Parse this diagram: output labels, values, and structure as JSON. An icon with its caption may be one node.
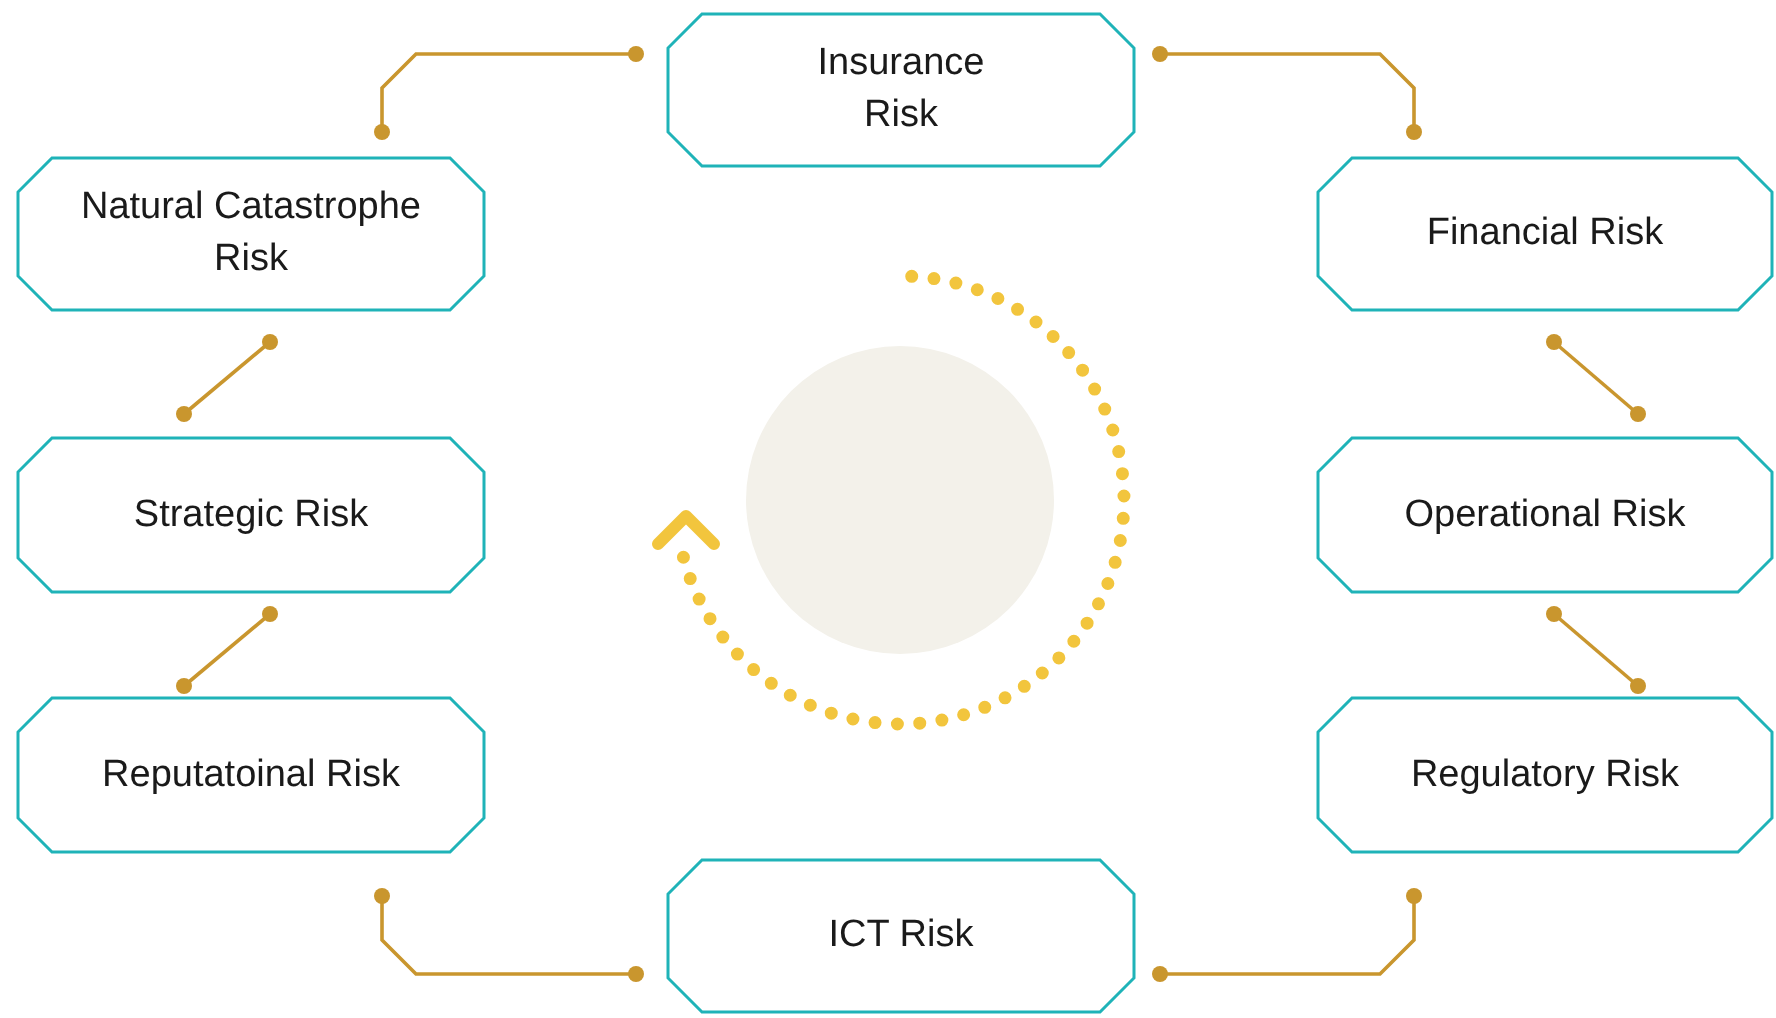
{
  "diagram": {
    "nodes": [
      {
        "text": [
          "Insurance Risk"
        ]
      },
      {
        "text": [
          "Natural Catastrophe Risk"
        ]
      },
      {
        "text": [
          "Financial Risk"
        ]
      },
      {
        "text": [
          "Strategic Risk"
        ]
      },
      {
        "text": [
          "Operational Risk"
        ]
      },
      {
        "text": [
          "Reputatoinal Risk"
        ]
      },
      {
        "text": [
          "Regulatory Risk"
        ]
      },
      {
        "text": [
          "ICT Risk"
        ]
      }
    ],
    "edges": [
      {
        "from": 0,
        "to": 1,
        "arrow": "other"
      },
      {
        "from": 0,
        "to": 2,
        "arrow": "other"
      },
      {
        "from": 1,
        "to": 3,
        "arrow": "other"
      },
      {
        "from": 2,
        "to": 4,
        "arrow": "other"
      },
      {
        "from": 3,
        "to": 5,
        "arrow": "other"
      },
      {
        "from": 4,
        "to": 6,
        "arrow": "other"
      },
      {
        "from": 5,
        "to": 7,
        "arrow": "other"
      },
      {
        "from": 6,
        "to": 7,
        "arrow": "other"
      }
    ]
  }
}
